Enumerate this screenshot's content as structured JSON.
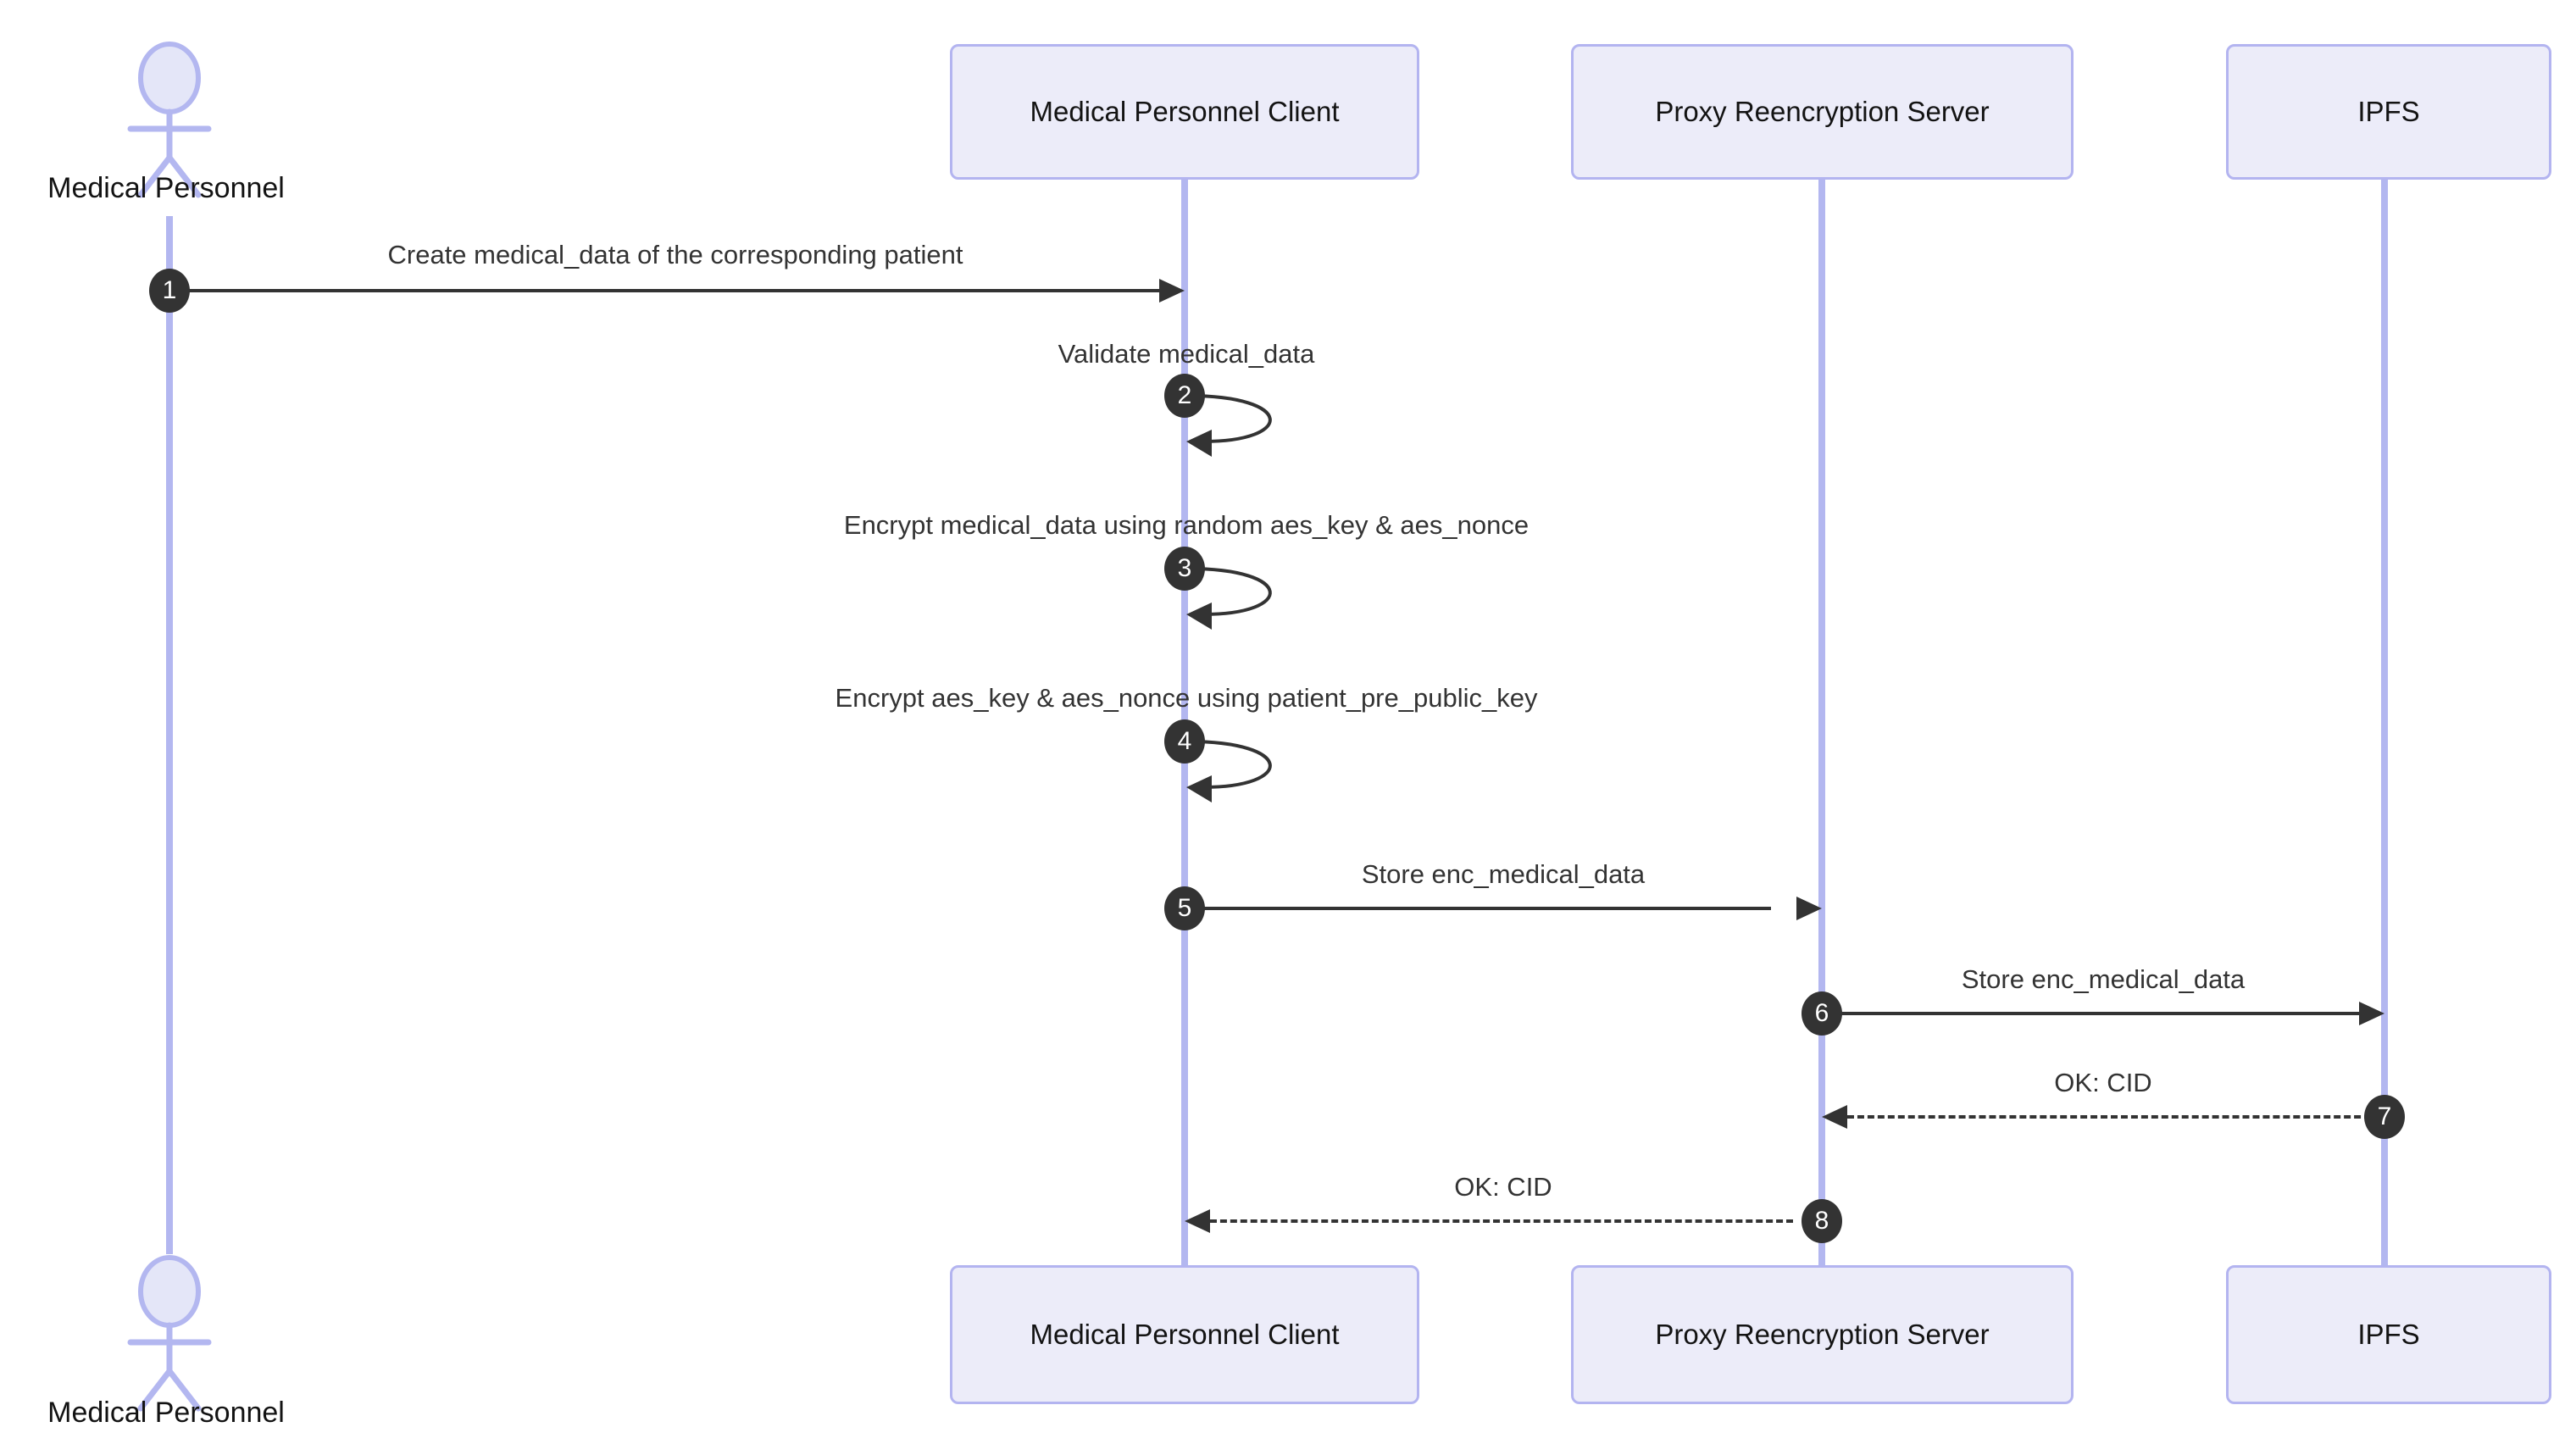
{
  "diagram": {
    "type": "sequence",
    "actor": {
      "label": "Medical Personnel"
    },
    "participants": [
      {
        "label": "Medical Personnel Client"
      },
      {
        "label": "Proxy Reencryption Server"
      },
      {
        "label": "IPFS"
      }
    ],
    "messages": [
      {
        "num": "1",
        "text": "Create medical_data of the corresponding patient",
        "from": "Medical Personnel",
        "to": "Medical Personnel Client",
        "style": "solid"
      },
      {
        "num": "2",
        "text": "Validate medical_data",
        "from": "Medical Personnel Client",
        "to": "Medical Personnel Client",
        "style": "self"
      },
      {
        "num": "3",
        "text": "Encrypt medical_data using random aes_key & aes_nonce",
        "from": "Medical Personnel Client",
        "to": "Medical Personnel Client",
        "style": "self"
      },
      {
        "num": "4",
        "text": "Encrypt aes_key & aes_nonce using patient_pre_public_key",
        "from": "Medical Personnel Client",
        "to": "Medical Personnel Client",
        "style": "self"
      },
      {
        "num": "5",
        "text": "Store enc_medical_data",
        "from": "Medical Personnel Client",
        "to": "Proxy Reencryption Server",
        "style": "solid"
      },
      {
        "num": "6",
        "text": "Store enc_medical_data",
        "from": "Proxy Reencryption Server",
        "to": "IPFS",
        "style": "solid"
      },
      {
        "num": "7",
        "text": "OK: CID",
        "from": "IPFS",
        "to": "Proxy Reencryption Server",
        "style": "dashed"
      },
      {
        "num": "8",
        "text": "OK: CID",
        "from": "Proxy Reencryption Server",
        "to": "Medical Personnel Client",
        "style": "dashed"
      }
    ],
    "colors": {
      "box_fill": "#ECECF9",
      "box_border": "#B3B4F0",
      "lifeline": "#B3B7F0",
      "actor_stroke": "#B3B7F0",
      "actor_head_fill": "#E4E6F8",
      "badge_bg": "#333333",
      "badge_text": "#FFFFFF",
      "arrow": "#333333",
      "message_text": "#333333",
      "label_text": "#131313",
      "background": "#FFFFFF"
    }
  }
}
